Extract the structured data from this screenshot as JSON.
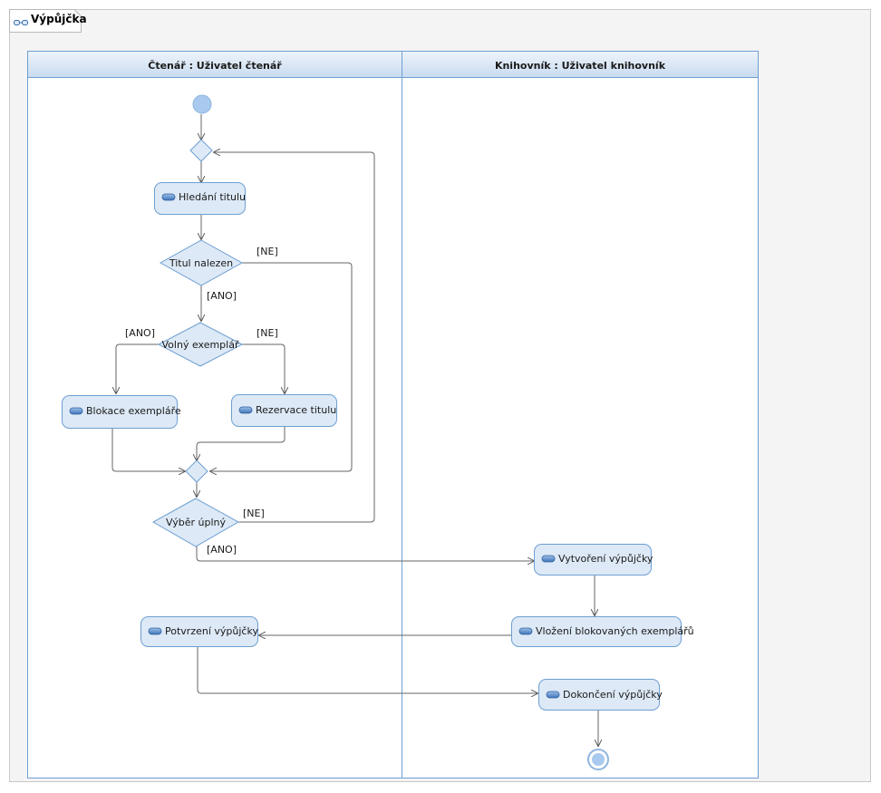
{
  "diagram": {
    "title": "Výpůjčka",
    "lanes": [
      {
        "label": "Čtenář : Uživatel čtenář"
      },
      {
        "label": "Knihovník : Uživatel knihovník"
      }
    ],
    "actions": {
      "hledani": "Hledání titulu",
      "blokace": "Blokace exempláře",
      "rezervace": "Rezervace titulu",
      "vytvoreni": "Vytvoření výpůjčky",
      "vlozeni": "Vložení blokovaných exemplářů",
      "potvrzeni": "Potvrzení výpůjčky",
      "dokonceni": "Dokončení výpůjčky"
    },
    "decisions": {
      "titul": "Titul nalezen",
      "volny": "Volný exemplář",
      "vyber": "Výběr úplný"
    },
    "guards": {
      "titul_ne": "[NE]",
      "titul_ano": "[ANO]",
      "volny_ano": "[ANO]",
      "volny_ne": "[NE]",
      "vyber_ne": "[NE]",
      "vyber_ano": "[ANO]"
    }
  }
}
